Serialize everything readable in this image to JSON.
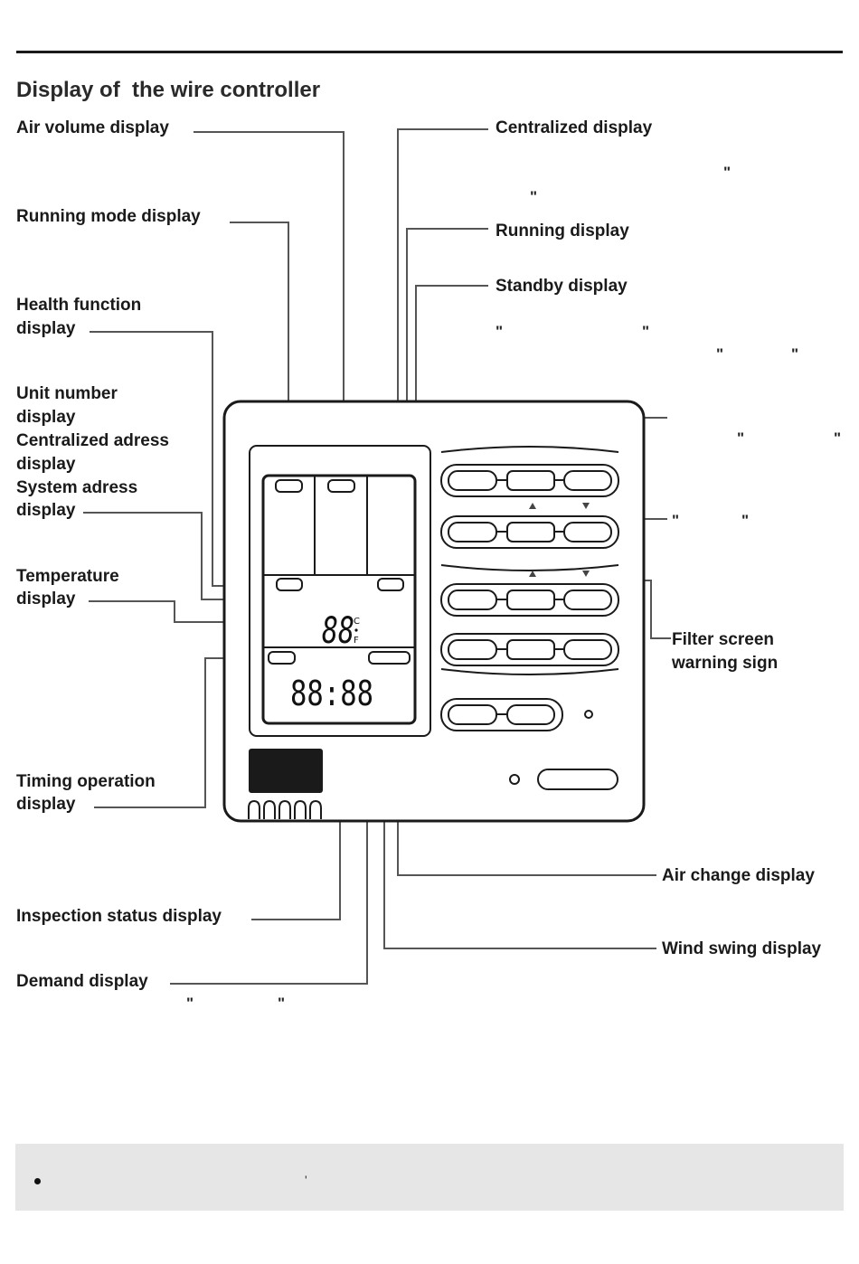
{
  "title": "Display of  the wire controller",
  "labels": {
    "air_volume": "Air volume display",
    "running_mode": "Running mode display",
    "health_function_1": "Health function",
    "health_function_2": "display",
    "unit_number_1": "Unit number",
    "unit_number_2": "display",
    "centralized_adress_1": "Centralized adress",
    "centralized_adress_2": "display",
    "system_adress_1": "System adress",
    "system_adress_2": "display",
    "temperature_1": "Temperature",
    "temperature_2": "display",
    "timing_operation_1": "Timing operation",
    "timing_operation_2": "display",
    "inspection_status": "Inspection status display",
    "demand": "Demand display",
    "centralized": "Centralized display",
    "running": "Running display",
    "standby": "Standby display",
    "filter_screen_1": "Filter screen",
    "filter_screen_2": "warning sign",
    "air_change": "Air change display",
    "wind_swing": "Wind swing display"
  },
  "lcd": {
    "temperature_digits": "88",
    "unit_c": "C",
    "unit_f": "F",
    "time_digits": "88:88"
  },
  "marks": {
    "quote": "\"",
    "apostrophe": "'"
  }
}
